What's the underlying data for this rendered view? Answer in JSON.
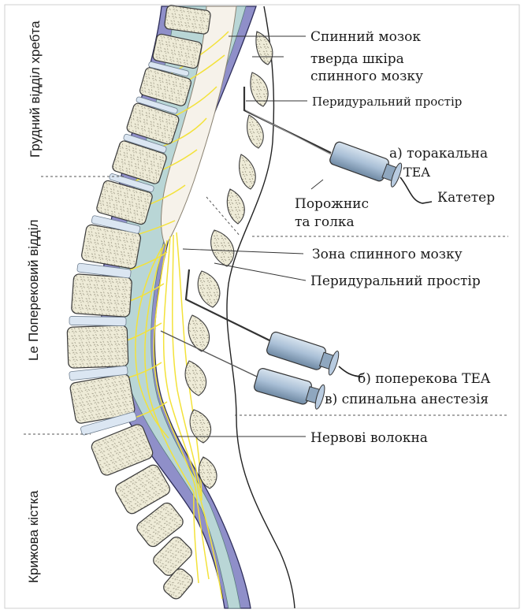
{
  "sections": {
    "thoracic": "Грудний відділ хребта",
    "lumbar_prefix": "Le",
    "lumbar": "Поперековий відділ",
    "sacrum": "Крижова кістка"
  },
  "labels": {
    "spinal_cord": "Спинний мозок",
    "dura_line1": "тверда шкіра",
    "dura_line2": "спинного мозку",
    "epidural_upper": "Перидуральний простір",
    "thoracic_tea_line1": "а) торакальна",
    "thoracic_tea_line2": "TEA",
    "catheter": "Катетер",
    "needle_line1": "Порожнис",
    "needle_line2": "та голка",
    "cord_zone": "Зона спинного мозку",
    "epidural_lower": "Перидуральний простір",
    "lumbar_tea": "б) поперекова TEA",
    "spinal_anesthesia": "в) спинальна анестезія",
    "nerve_fibers": "Нервові волокна"
  },
  "colors": {
    "bone_fill": "#eeebd7",
    "bone_stroke": "#3a3a3a",
    "disc": "#dbe6f2",
    "dura": "#8f8fc9",
    "csf": "#b9d6d6",
    "cord": "#f6f2ea",
    "nerve": "#f3e23a",
    "syringe": "#a9bfd6"
  }
}
